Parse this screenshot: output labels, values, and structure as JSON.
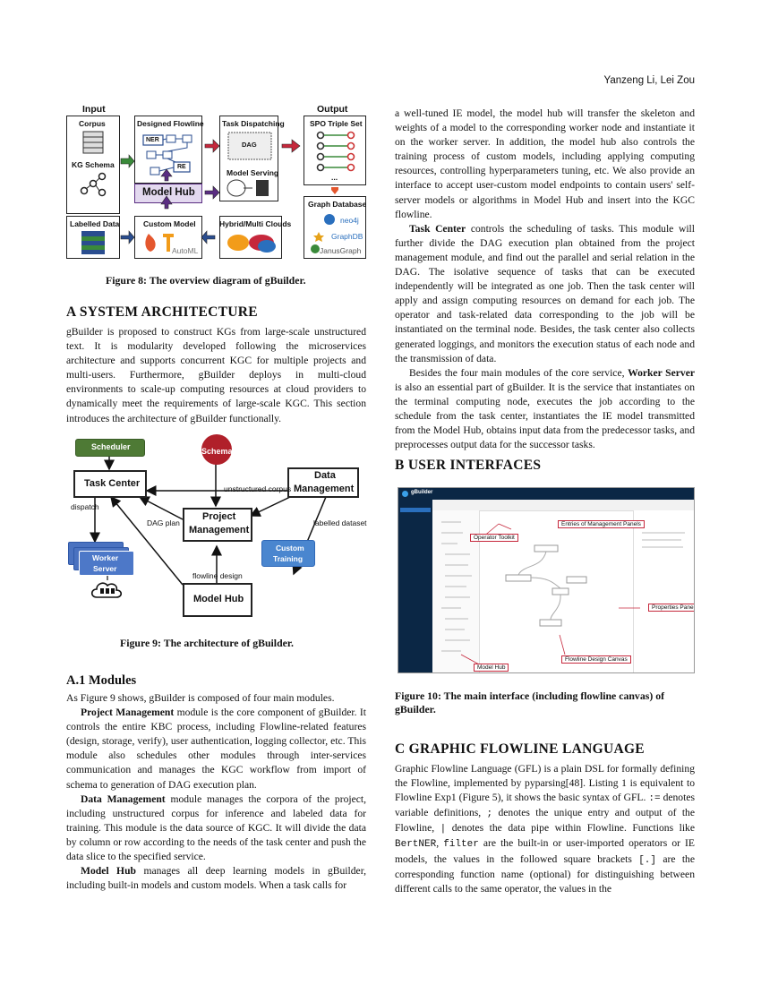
{
  "header": {
    "authors": "Yanzeng Li, Lei Zou"
  },
  "fig8": {
    "caption": "Figure 8: The overview diagram of gBuilder.",
    "input_title": "Input",
    "output_title": "Output",
    "corpus": "Corpus",
    "kg_schema": "KG Schema",
    "labelled_data": "Labelled Data",
    "designed_flowline": "Designed Flowline",
    "ner": "NER",
    "re": "RE",
    "task_dispatching": "Task Dispatching",
    "dag": "DAG",
    "model_serving": "Model Serving",
    "spo_triple_set": "SPO Triple Set",
    "ellipsis": "...",
    "model_hub": "Model Hub",
    "graph_database": "Graph Database",
    "neo4j": "neo4j",
    "graphdb": "GraphDB",
    "janusgraph": "JanusGraph",
    "custom_model": "Custom Model",
    "automl": "AutoML",
    "hybrid_clouds": "Hybrid/Multi Clouds"
  },
  "sectionA": {
    "title": "A   SYSTEM ARCHITECTURE",
    "body": "gBuilder is proposed to construct KGs from large-scale unstructured text. It is modularity developed following the microservices architecture and supports concurrent KGC for multiple projects and multi-users. Furthermore, gBuilder deploys in multi-cloud environments to scale-up computing resources at cloud providers to dynamically meet the requirements of large-scale KGC. This section introduces the architecture of gBuilder functionally."
  },
  "fig9": {
    "caption": "Figure 9: The architecture of gBuilder.",
    "scheduler": "Scheduler",
    "schema": "Schema",
    "task_center": "Task Center",
    "data_management_1": "Data",
    "data_management_2": "Management",
    "unstructured_corpus": "unstructured corpus",
    "dispatch": "dispatch",
    "dag_plan": "DAG plan",
    "project_1": "Project",
    "project_2": "Management",
    "labelled_dataset": "labelled dataset",
    "worker_1": "Worker",
    "worker_2": "Server",
    "custom_1": "Custom",
    "custom_2": "Training",
    "flowline_design": "flowline design",
    "model_hub": "Model Hub"
  },
  "sectionA1": {
    "title": "A.1   Modules",
    "p1": "As Figure 9 shows, gBuilder is composed of four main modules.",
    "p2_bold": "Project Management",
    "p2": " module is the core component of gBuilder. It controls the entire KBC process, including Flowline-related features (design, storage, verify), user authentication, logging collector, etc. This module also schedules other modules through inter-services communication and manages the KGC workflow from import of schema to generation of DAG execution plan.",
    "p3_bold": "Data Management",
    "p3": " module manages the corpora of the project, including unstructured corpus for inference and labeled data for training. This module is the data source of KGC. It will divide the data by column or row according to the needs of the task center and push the data slice to the specified service.",
    "p4_bold": "Model Hub",
    "p4": " manages all deep learning models in gBuilder, including built-in models and custom models. When a task calls for"
  },
  "right": {
    "p1": "a well-tuned IE model, the model hub will transfer the skeleton and weights of a model to the corresponding worker node and instantiate it on the worker server. In addition, the model hub also controls the training process of custom models, including applying computing resources, controlling hyperparameters tuning, etc. We also provide an interface to accept user-custom model endpoints to contain users' self-server models or algorithms in Model Hub and insert into the KGC flowline.",
    "p2_bold": "Task Center",
    "p2": " controls the scheduling of tasks. This module will further divide the DAG execution plan obtained from the project management module, and find out the parallel and serial relation in the DAG. The isolative sequence of tasks that can be executed independently will be integrated as one job. Then the task center will apply and assign computing resources on demand for each job. The operator and task-related data corresponding to the job will be instantiated on the terminal node. Besides, the task center also collects generated loggings, and monitors the execution status of each node and the transmission of data.",
    "p3_a": "Besides the four main modules of the core service, ",
    "p3_bold": "Worker Server",
    "p3": " is also an essential part of gBuilder. It is the service that instantiates on the terminal computing node, executes the job according to the schedule from the task center, instantiates the IE model transmitted from the Model Hub, obtains input data from the predecessor tasks, and preprocesses output data for the successor tasks."
  },
  "sectionB": {
    "title": "B   USER INTERFACES",
    "app_name": "gBuilder",
    "ann_entries": "Entries of Management Panels",
    "ann_operator": "Operator Toolkit",
    "ann_properties": "Properties Pane",
    "ann_canvas": "Flowline Design Canvas",
    "ann_modelhub": "Model Hub",
    "caption": "Figure 10: The main interface (including flowline canvas) of gBuilder."
  },
  "sectionC": {
    "title": "C   GRAPHIC FLOWLINE LANGUAGE",
    "t1": "Graphic Flowline Language (GFL) is a plain DSL for formally defining the Flowline, implemented by pyparsing[48]. Listing 1 is equivalent to Flowline Exp1 (Figure 5), it shows the basic syntax of GFL. ",
    "c1": ":=",
    "t2": " denotes variable definitions, ",
    "c2": ";",
    "t3": " denotes the unique entry and output of the Flowline, ",
    "c3": "|",
    "t4": " denotes the data pipe within Flowline. Functions like ",
    "c4": "BertNER",
    "t5": ", ",
    "c5": "filter",
    "t6": " are the built-in or user-imported operators or IE models, the values in the followed square brackets ",
    "c6": "[.]",
    "t7": " are the corresponding function name (optional) for distinguishing between different calls to the same operator, the values in the"
  }
}
